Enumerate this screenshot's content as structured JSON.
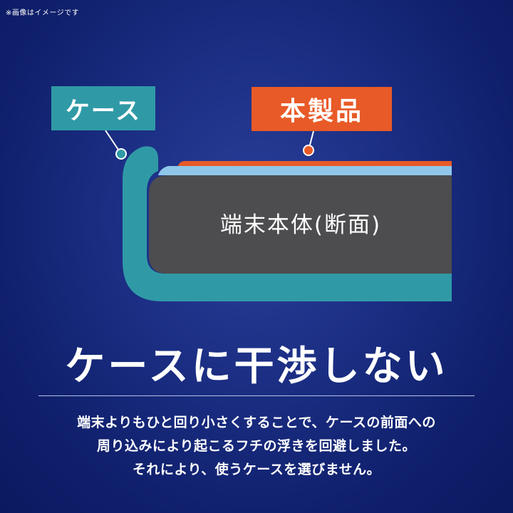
{
  "note": "※画像はイメージです",
  "diagram": {
    "case_label": "ケース",
    "product_label": "本製品",
    "device_label": "端末本体(断面)",
    "colors": {
      "case": "#2f9aa6",
      "product": "#e85a27",
      "film": "#8fc7ea",
      "device": "#4d4c4f"
    }
  },
  "headline": "ケースに干渉しない",
  "description": [
    "端末よりもひと回り小さくすることで、ケースの前面への",
    "周り込みにより起こるフチの浮きを回避しました。",
    "それにより、使うケースを選びません。"
  ]
}
